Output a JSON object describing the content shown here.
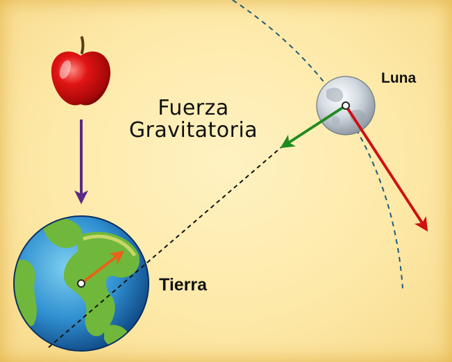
{
  "labels": {
    "force_line1": "Fuerza",
    "force_line2": "Gravitatoria",
    "moon": "Luna",
    "earth": "Tierra"
  },
  "icons": [
    "apple-icon",
    "earth-globe-icon",
    "moon-icon"
  ],
  "colors": {
    "background": "#fde9a8",
    "apple_fall_arrow": "#5b2a86",
    "moon_gravity_arrow": "#1f8a1f",
    "moon_velocity_arrow": "#cc1111",
    "earth_surface_arrow": "#e8621a",
    "orbit_path": "#1f5a7a"
  }
}
